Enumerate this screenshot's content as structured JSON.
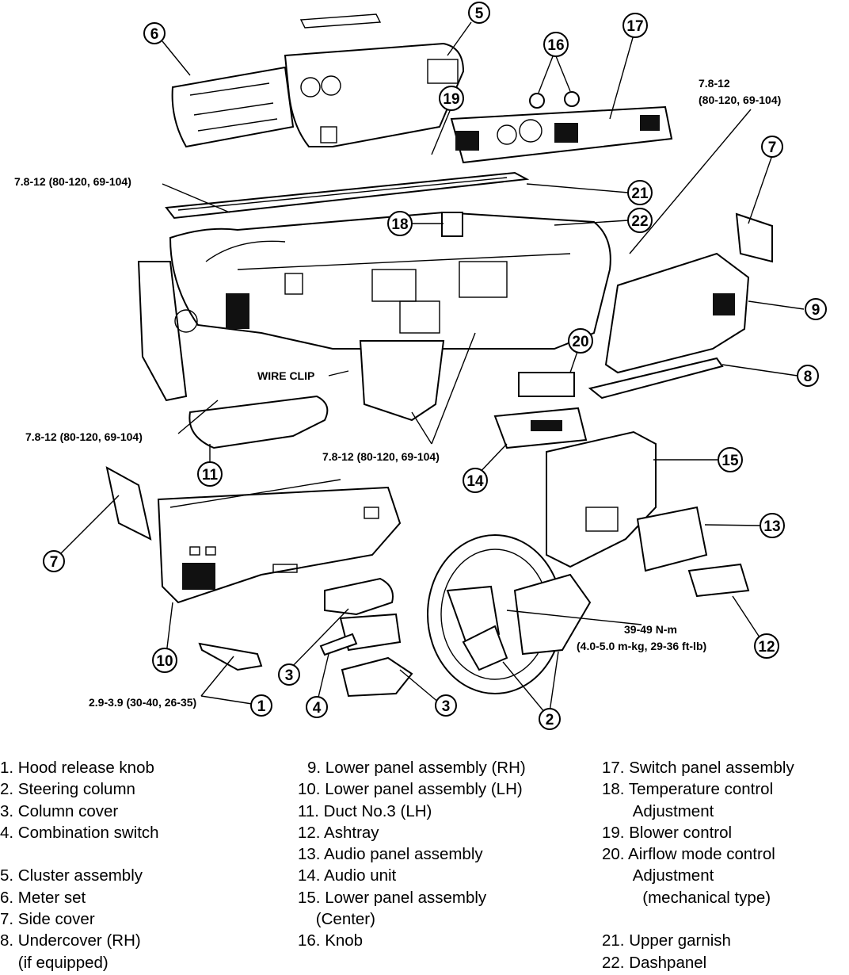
{
  "callouts": [
    "1",
    "2",
    "3",
    "3",
    "4",
    "5",
    "6",
    "7",
    "7",
    "8",
    "9",
    "10",
    "11",
    "12",
    "13",
    "14",
    "15",
    "16",
    "17",
    "18",
    "19",
    "20",
    "21",
    "22"
  ],
  "torques": {
    "t_top_right_1": "7.8-12",
    "t_top_right_2": "(80-120, 69-104)",
    "t_left_upper": "7.8-12 (80-120, 69-104)",
    "t_left_lower": "7.8-12 (80-120, 69-104)",
    "t_center": "7.8-12 (80-120, 69-104)",
    "t_steering_1": "39-49 N-m",
    "t_steering_2": "(4.0-5.0 m-kg, 29-36 ft-lb)",
    "t_hood": "2.9-3.9 (30-40, 26-35)",
    "wire_clip": "WIRE CLIP"
  },
  "legend": {
    "col1": [
      "1. Hood release knob",
      "2. Steering column",
      "3. Column cover",
      "4. Combination switch",
      "",
      "5. Cluster assembly",
      "6. Meter set",
      "7. Side cover",
      "8. Undercover (RH)",
      "    (if equipped)"
    ],
    "col2": [
      "9. Lower panel assembly (RH)",
      "10. Lower panel assembly (LH)",
      "11. Duct No.3 (LH)",
      "12. Ashtray",
      "13. Audio panel assembly",
      "14. Audio unit",
      "15. Lower panel assembly",
      "    (Center)",
      "16. Knob"
    ],
    "col3": [
      "17. Switch panel assembly",
      "18. Temperature control",
      "       Adjustment",
      "19. Blower control",
      "20. Airflow mode control",
      "       Adjustment",
      "         (mechanical type)",
      "",
      "21. Upper garnish",
      "22. Dashpanel"
    ]
  }
}
